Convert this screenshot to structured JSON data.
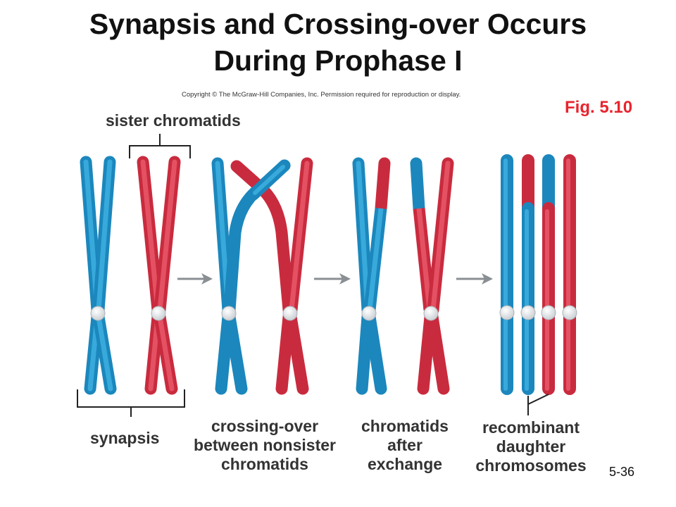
{
  "title_lines": [
    "Synapsis and Crossing-over Occurs",
    "During Prophase I"
  ],
  "copyright": "Copyright © The McGraw-Hill Companies, Inc. Permission required for reproduction or display.",
  "figure_label": "Fig. 5.10",
  "slide_number": "5-36",
  "labels": {
    "sister_chromatids": "sister chromatids",
    "synapsis": "synapsis",
    "crossing_over": [
      "crossing-over",
      "between nonsister",
      "chromatids"
    ],
    "after_exchange": [
      "chromatids",
      "after",
      "exchange"
    ],
    "recombinant": [
      "recombinant",
      "daughter",
      "chromosomes"
    ]
  },
  "colors": {
    "blue_chromatid": "#27a9e0",
    "red_chromatid": "#ef4657",
    "centromere": "#e9eef2",
    "arrow": "#8a8f93",
    "label_text": "#333333",
    "figure_label": "#e8242e"
  }
}
